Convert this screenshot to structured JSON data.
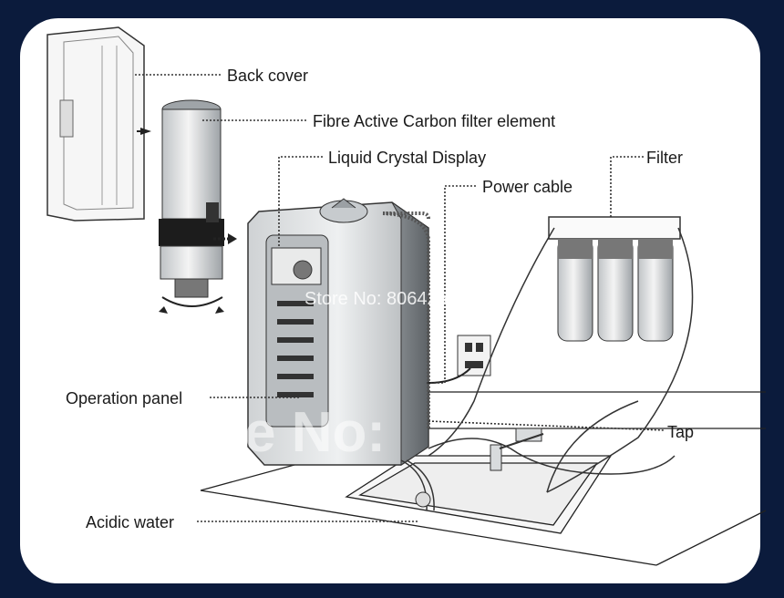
{
  "labels": {
    "back_cover": "Back cover",
    "filter_element": "Fibre Active Carbon filter element",
    "lcd": "Liquid Crystal Display",
    "power_cable": "Power cable",
    "filter": "Filter",
    "operation_panel": "Operation panel",
    "tap": "Tap",
    "acidic_water": "Acidic water"
  },
  "watermark": {
    "store": "Store No: 806426",
    "big": "e No:"
  },
  "colors": {
    "background": "#0b1b3c",
    "panel": "#ffffff",
    "line": "#222222"
  }
}
